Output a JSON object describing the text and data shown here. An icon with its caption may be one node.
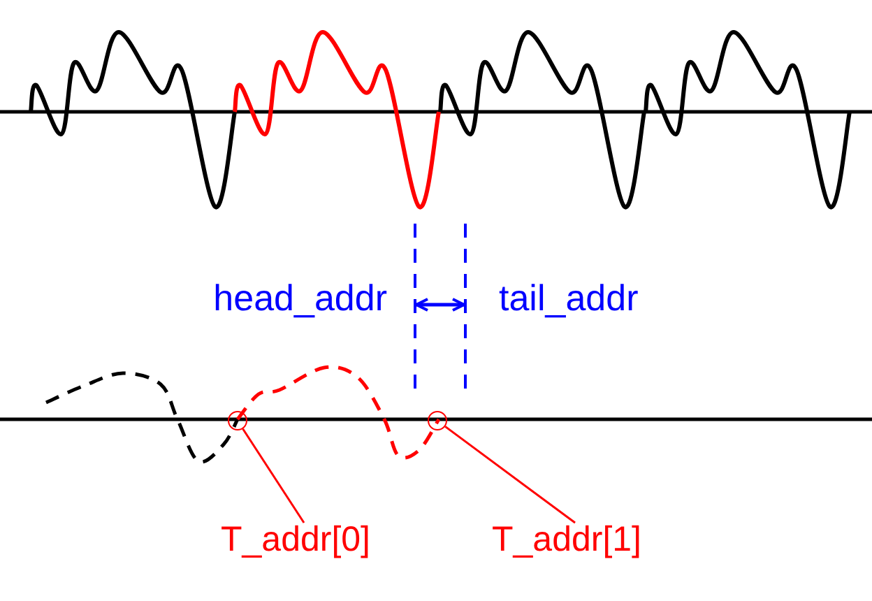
{
  "diagram": {
    "nodes": [
      {
        "text": [
          "T_addr[0]"
        ]
      },
      {
        "text": [],
        "shape": "circle"
      },
      {
        "text": [
          "T_addr[1]"
        ]
      },
      {
        "text": [],
        "shape": "circle"
      }
    ],
    "edges": [
      {
        "from": 0,
        "to": 1,
        "arrow": "none"
      },
      {
        "from": 2,
        "to": 3,
        "arrow": "none"
      }
    ],
    "labels": [
      "head_addr",
      "tail_addr"
    ]
  }
}
